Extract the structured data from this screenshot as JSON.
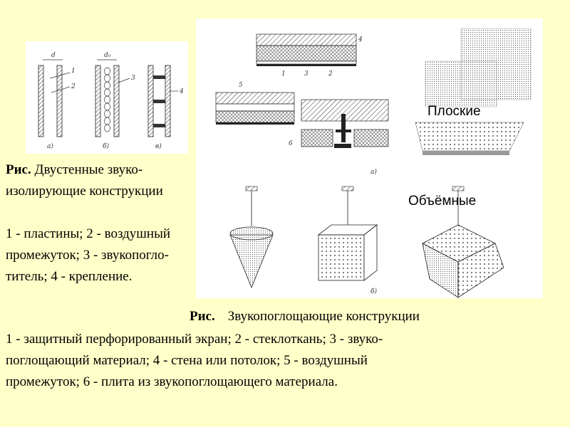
{
  "left_figure": {
    "caption_bold": "Рис.",
    "caption_line1": " Двустенные звуко-",
    "caption_line2": "изолирующие конструкции",
    "legend_line1": "1 - пластины; 2 - воздушный",
    "legend_line2": "промежуток; 3 - звукопогло-",
    "legend_line3": "титель; 4 - крепление.",
    "dimensions": [
      "d",
      "d₀"
    ],
    "callouts": [
      "1",
      "2",
      "3",
      "4"
    ],
    "subfigure_labels": [
      "а)",
      "б)",
      "в)"
    ]
  },
  "right_figure": {
    "label_flat": "Плоские",
    "label_volume": "Объёмные",
    "callouts": [
      "1",
      "2",
      "3",
      "4",
      "5",
      "6"
    ],
    "subfigure_labels": [
      "а)",
      "б)"
    ],
    "caption_bold": "Рис.",
    "caption_title": "Звукопоглощающие конструкции",
    "legend_line1": "1 - защитный перфорированный экран; 2 - стеклоткань; 3 - звуко-",
    "legend_line2": "поглощающий материал; 4 - стена или потолок; 5 - воздушный",
    "legend_line3": "промежуток; 6 - плита из звукопоглощающего материала."
  }
}
